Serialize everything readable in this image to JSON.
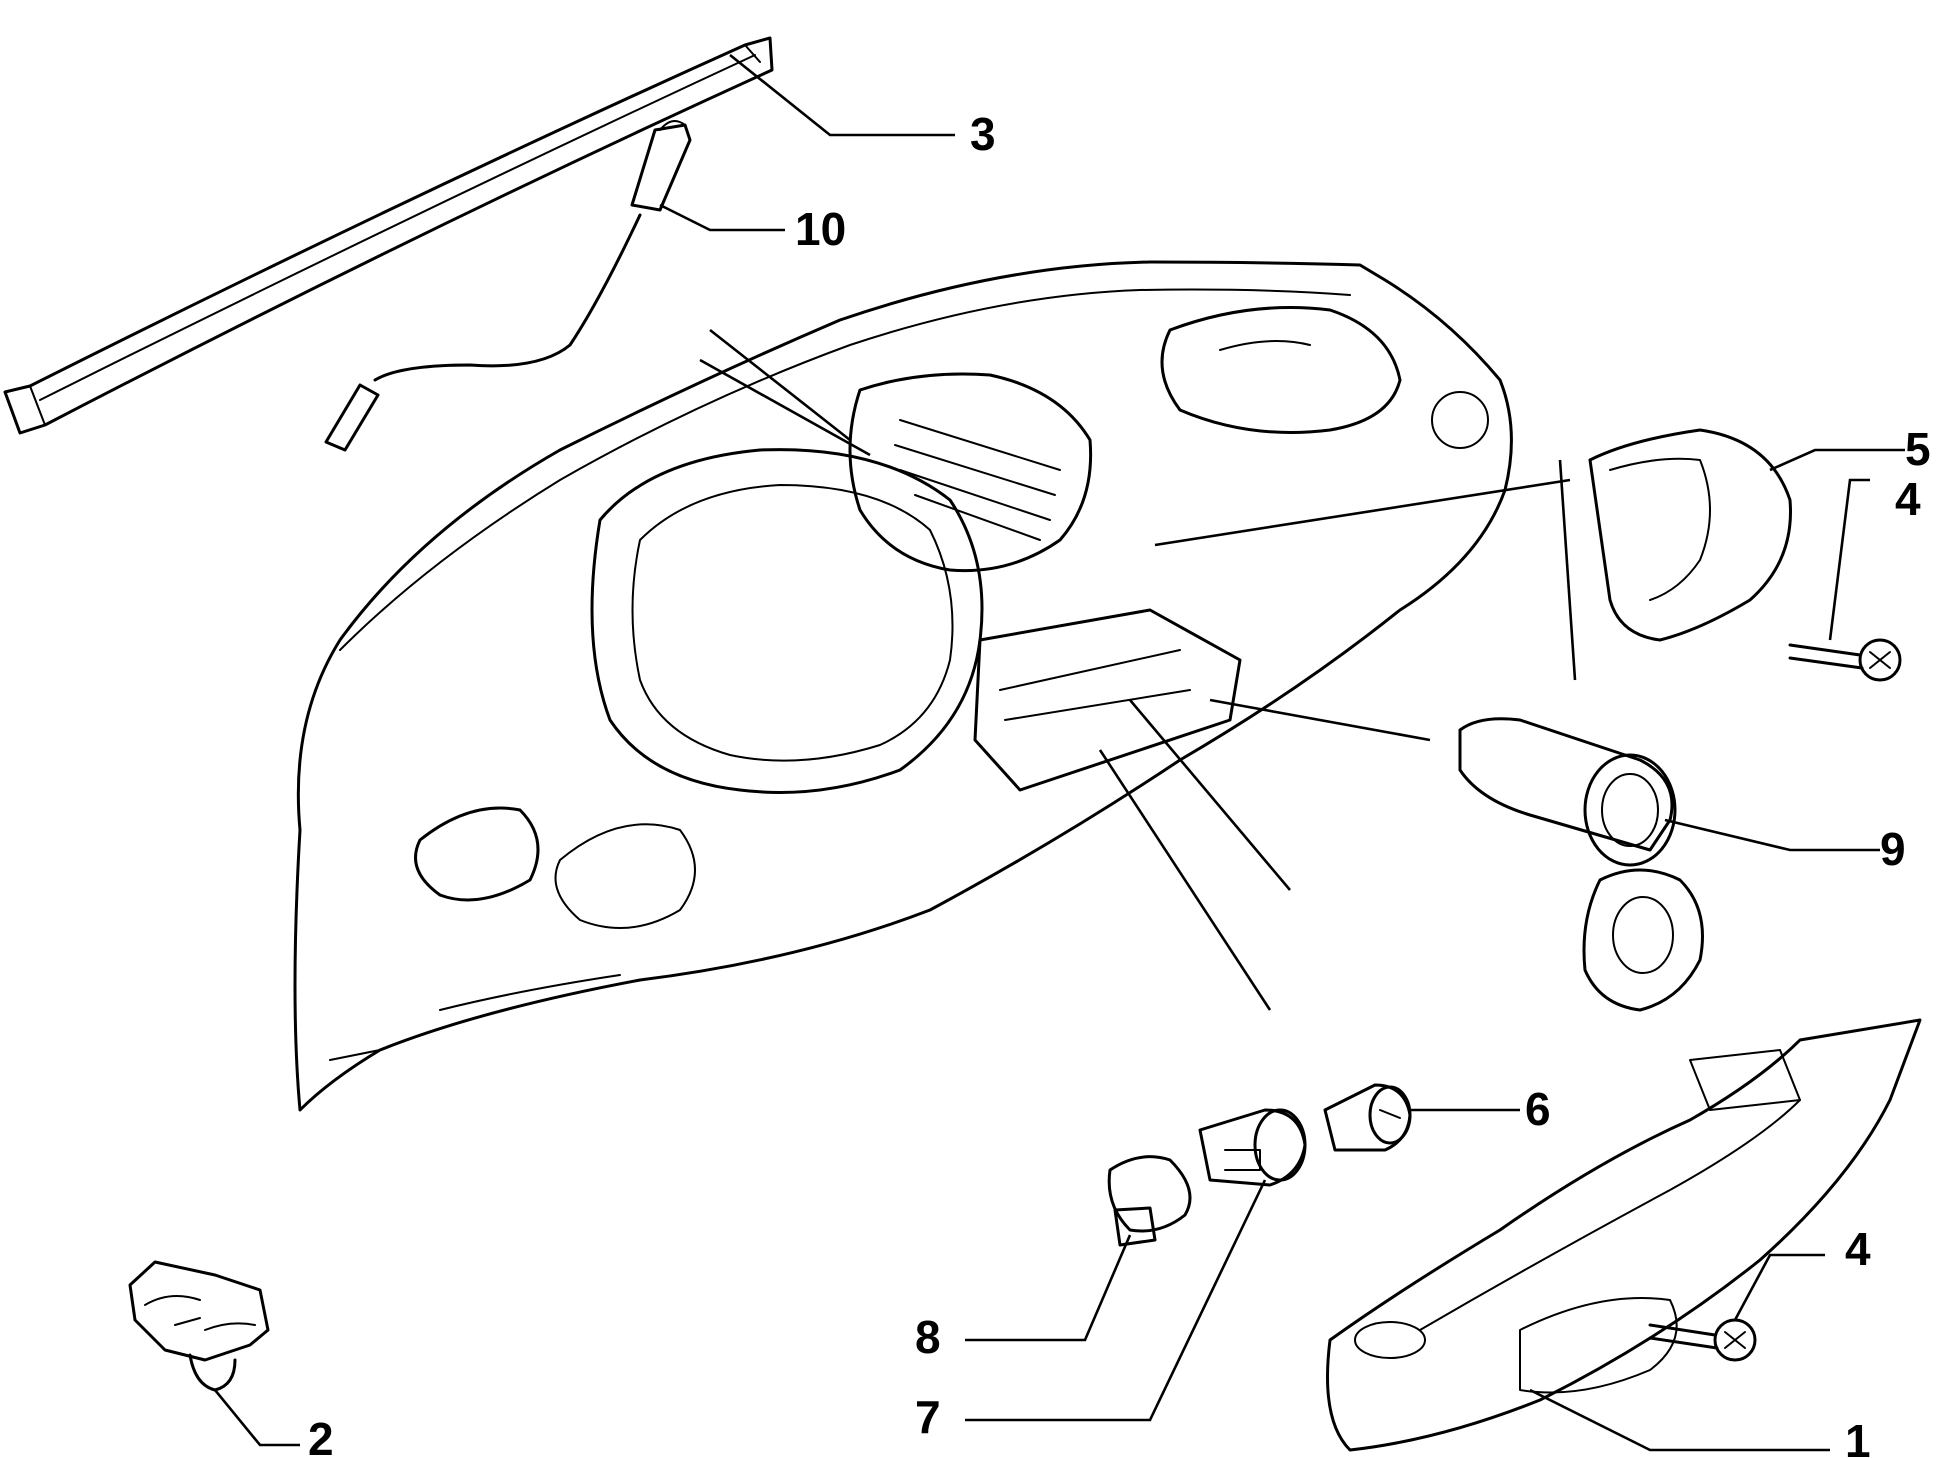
{
  "diagram": {
    "callouts": [
      {
        "id": "1",
        "label": "1"
      },
      {
        "id": "2",
        "label": "2"
      },
      {
        "id": "3",
        "label": "3"
      },
      {
        "id": "4a",
        "label": "4"
      },
      {
        "id": "4b",
        "label": "4"
      },
      {
        "id": "5",
        "label": "5"
      },
      {
        "id": "6",
        "label": "6"
      },
      {
        "id": "7",
        "label": "7"
      },
      {
        "id": "8",
        "label": "8"
      },
      {
        "id": "9",
        "label": "9"
      },
      {
        "id": "10",
        "label": "10"
      }
    ]
  }
}
